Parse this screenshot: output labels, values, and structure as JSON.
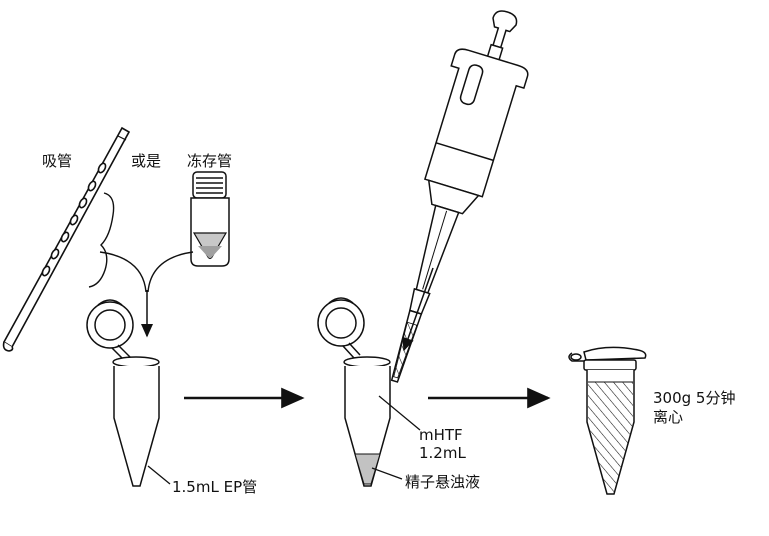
{
  "labels": {
    "pipette": "吸管",
    "or": "或是",
    "cryovial": "冻存管",
    "ep_tube": "1.5mL EP管",
    "mhtf_name": "mHTF",
    "mhtf_volume": "1.2mL",
    "sperm_suspension": "精子悬浊液",
    "centrifuge_params": "300g  5分钟",
    "centrifuge_action": "离心"
  },
  "colors": {
    "stroke": "#111111",
    "sample_fill": "#bdbdbd",
    "background": "#ffffff"
  },
  "icons": {
    "transfer_pipette": "pipette-icon",
    "cryovial": "cryovial-icon",
    "micropipette": "micropipette-icon",
    "ep_tube": "microtube-icon",
    "process_arrow": "arrow-right-icon"
  }
}
